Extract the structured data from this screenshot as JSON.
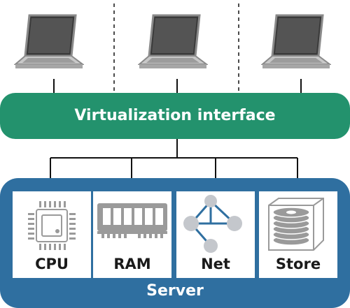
{
  "diagram": {
    "virtualization_label": "Virtualization interface",
    "server_label": "Server",
    "resources": [
      {
        "label": "CPU",
        "icon": "cpu-chip-icon"
      },
      {
        "label": "RAM",
        "icon": "ram-module-icon"
      },
      {
        "label": "Net",
        "icon": "network-nodes-icon"
      },
      {
        "label": "Store",
        "icon": "disk-storage-icon"
      }
    ],
    "clients": [
      {
        "icon": "laptop-icon"
      },
      {
        "icon": "laptop-icon"
      },
      {
        "icon": "laptop-icon"
      }
    ],
    "colors": {
      "virtualization": "#23926d",
      "server": "#2f6fa0",
      "icon_gray": "#9a9a9a",
      "node_gray": "#c4c7cc"
    }
  }
}
